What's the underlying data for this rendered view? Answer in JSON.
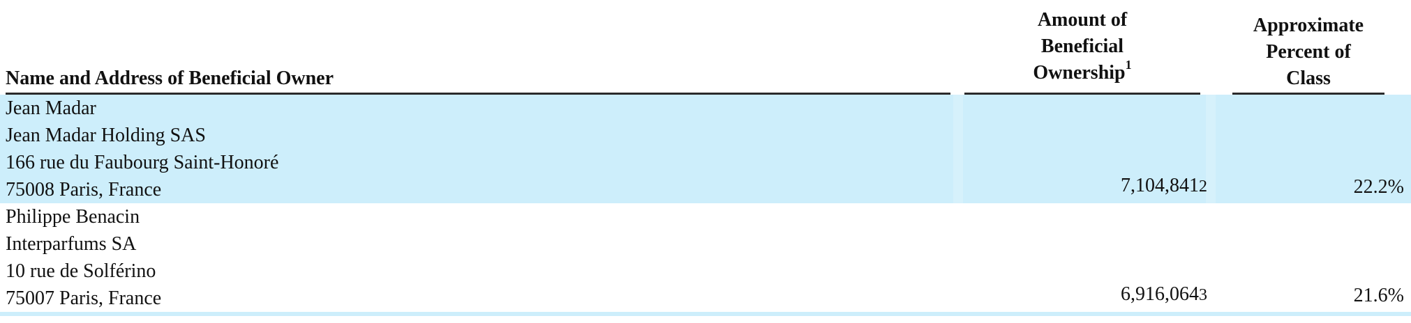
{
  "table": {
    "headers": {
      "name": "Name and Address of Beneficial Owner",
      "amount_lines": [
        "Amount of",
        "Beneficial",
        "Ownership"
      ],
      "amount_footnote": "1",
      "percent_lines": [
        "Approximate",
        "Percent of",
        "Class"
      ]
    },
    "rows": [
      {
        "address_lines": [
          "Jean Madar",
          "Jean Madar Holding SAS",
          "166 rue du Faubourg Saint-Honoré",
          "75008 Paris, France"
        ],
        "amount": "7,104,841",
        "amount_footnote": "2",
        "percent": "22.2%"
      },
      {
        "address_lines": [
          "Philippe Benacin",
          "Interparfums SA",
          "10 rue de Solférino",
          "75007 Paris, France"
        ],
        "amount": "6,916,064",
        "amount_footnote": "3",
        "percent": "21.6%"
      }
    ],
    "colors": {
      "row_shade": "#cdeefb",
      "rule": "#2a2a2a",
      "text": "#111111"
    }
  }
}
